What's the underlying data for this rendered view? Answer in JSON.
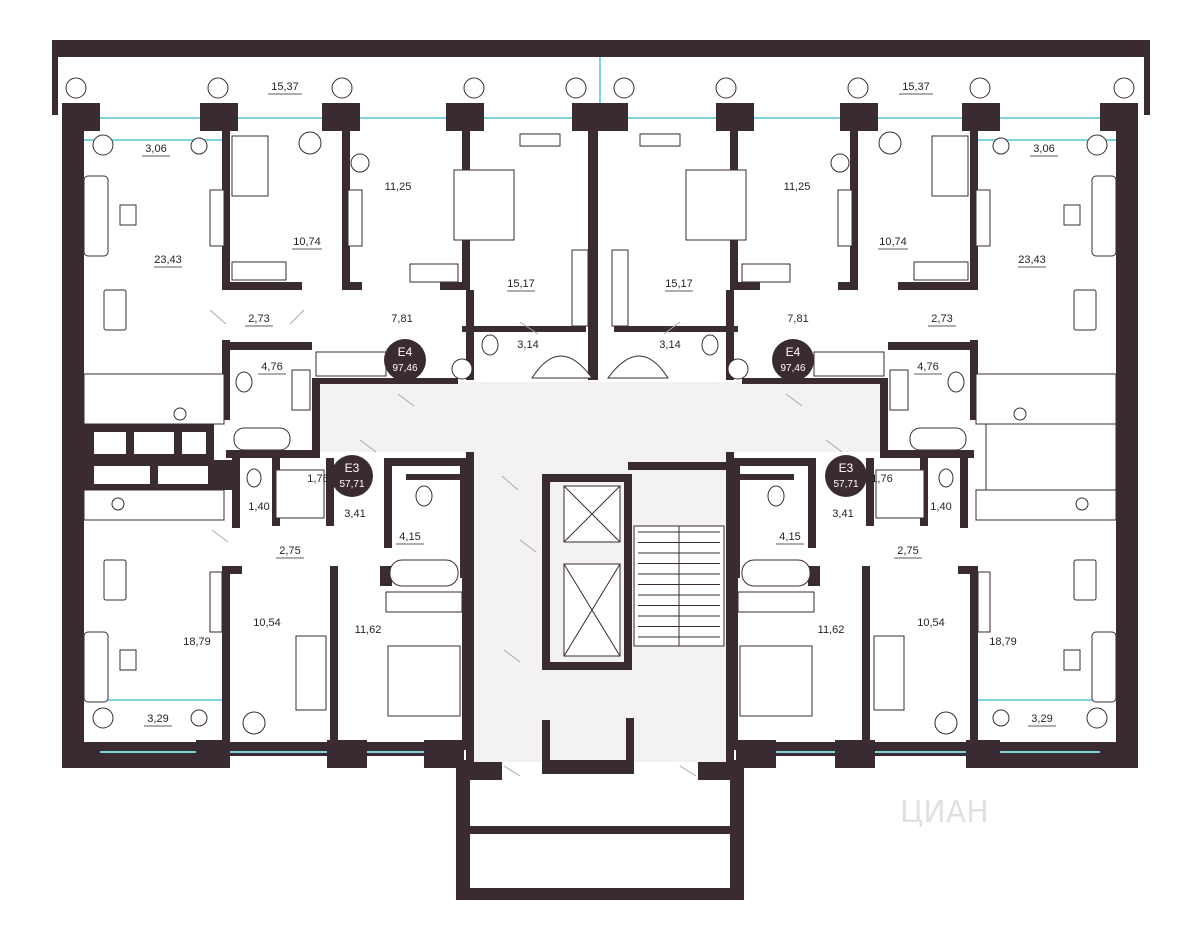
{
  "room_areas": {
    "balcony_top_left": "15,37",
    "balcony_top_right": "15,37",
    "loggia_tl": "3,06",
    "loggia_tr": "3,06",
    "bed_tl_a": "10,74",
    "bed_tl_b": "11,25",
    "bed_tr_b": "11,25",
    "bed_tr_a": "10,74",
    "living_tl": "23,43",
    "living_tr": "23,43",
    "hall_tl": "2,73",
    "hall_tr": "2,73",
    "corr_tl": "7,81",
    "corr_tr": "7,81",
    "bed_tc_l": "15,17",
    "bed_tc_r": "15,17",
    "bath_tc_l": "3,14",
    "bath_tc_r": "3,14",
    "bath_tl": "4,76",
    "bath_tr": "4,76",
    "closet_bl": "1,76",
    "closet_br": "1,76",
    "wc_bl": "1,40",
    "wc_br": "1,40",
    "corr_bl": "3,41",
    "corr_br": "3,41",
    "bath_bl": "4,15",
    "bath_br": "4,15",
    "hall_bl": "2,75",
    "hall_br": "2,75",
    "bed_bl_a": "10,54",
    "bed_br_a": "10,54",
    "bed_bl_b": "11,62",
    "bed_br_b": "11,62",
    "living_bl": "18,79",
    "living_br": "18,79",
    "loggia_bl": "3,29",
    "loggia_br": "3,29"
  },
  "apartments": {
    "left_top": {
      "type": "E4",
      "area": "97,46"
    },
    "right_top": {
      "type": "E4",
      "area": "97,46"
    },
    "left_bottom": {
      "type": "E3",
      "area": "57,71"
    },
    "right_bottom": {
      "type": "E3",
      "area": "57,71"
    }
  },
  "watermark": "ЦИАН",
  "colors": {
    "wall": "#3a2b33",
    "glazing": "#7fd3dc",
    "common_area": "#f4f1f3"
  }
}
